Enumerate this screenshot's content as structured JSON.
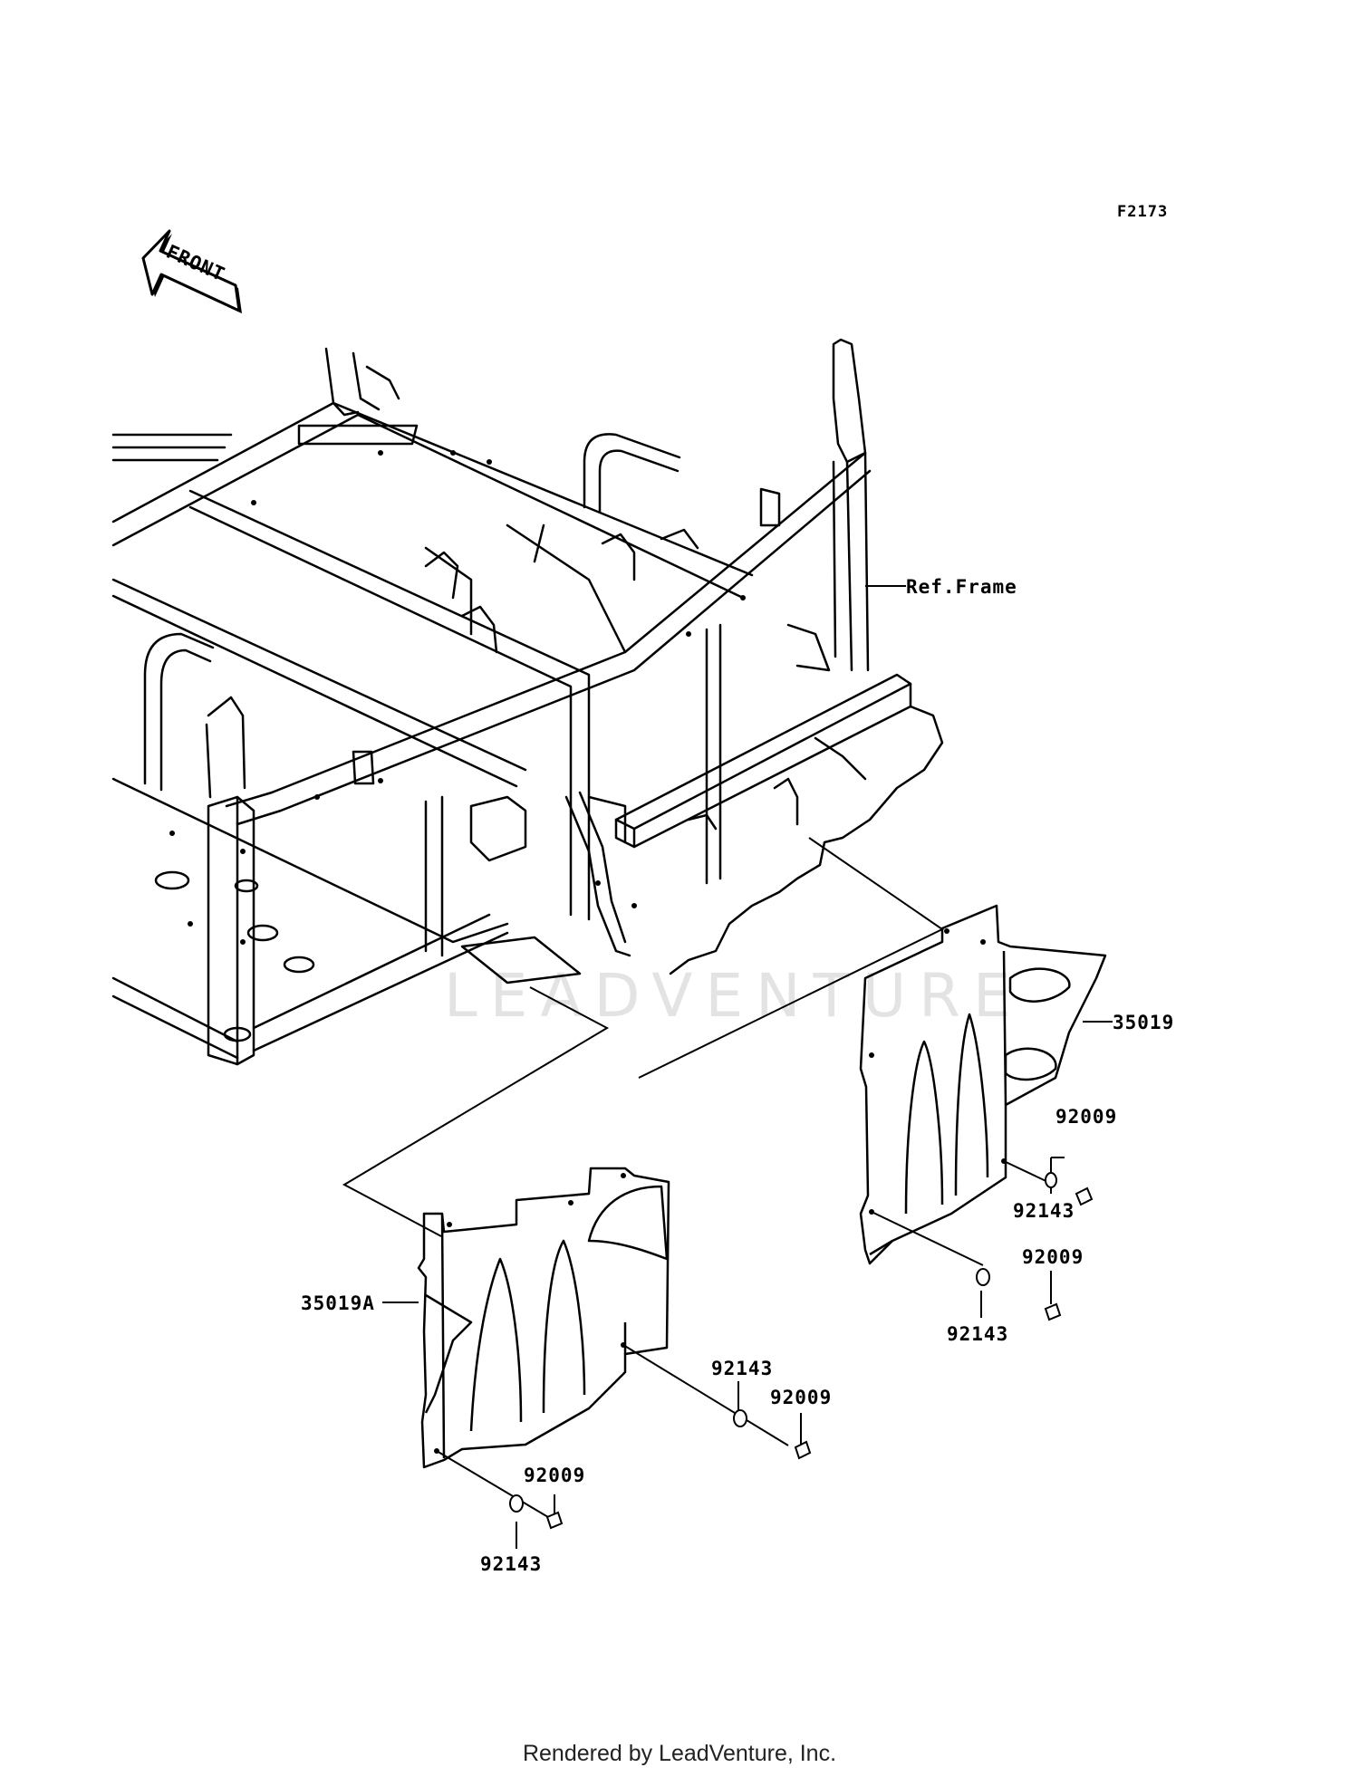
{
  "figure_code": "F2173",
  "front_label": "FRONT",
  "watermark": "LEADVENTURE",
  "callouts": {
    "ref_frame": "Ref.Frame",
    "part_35019": "35019",
    "part_35019a": "35019A",
    "r_92009_a": "92009",
    "r_92143_a": "92143",
    "r_92009_b": "92009",
    "r_92143_b": "92143",
    "l_92143_a": "92143",
    "l_92009_a": "92009",
    "l_92009_b": "92009",
    "l_92143_b": "92143"
  },
  "footer": "Rendered by LeadVenture, Inc.",
  "colors": {
    "line": "#000000",
    "watermark": "#e3e3e3"
  }
}
